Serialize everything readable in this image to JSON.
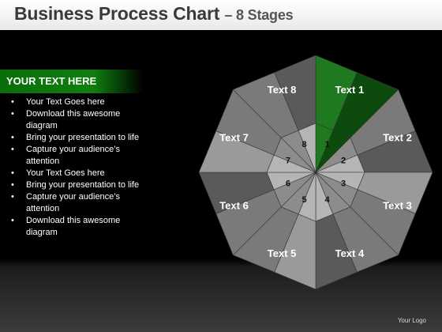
{
  "header": {
    "title": "Business Process Chart",
    "subtitle": "– 8 Stages"
  },
  "sidebar": {
    "heading": "YOUR TEXT HERE",
    "bullets": [
      "Your Text Goes here",
      "Download this awesome diagram",
      "Bring your presentation to life",
      "Capture your audience’s attention",
      "Your Text Goes here",
      "Bring your presentation to life",
      "Capture your audience’s attention",
      "Download this awesome diagram"
    ]
  },
  "diagram": {
    "stages": [
      {
        "label": "Text 1",
        "number": "1",
        "highlighted": true
      },
      {
        "label": "Text 2",
        "number": "2",
        "highlighted": false
      },
      {
        "label": "Text 3",
        "number": "3",
        "highlighted": false
      },
      {
        "label": "Text 4",
        "number": "4",
        "highlighted": false
      },
      {
        "label": "Text 5",
        "number": "5",
        "highlighted": false
      },
      {
        "label": "Text 6",
        "number": "6",
        "highlighted": false
      },
      {
        "label": "Text 7",
        "number": "7",
        "highlighted": false
      },
      {
        "label": "Text 8",
        "number": "8",
        "highlighted": false
      }
    ],
    "colors": {
      "highlight": "#1f7a1f",
      "highlight_dark": "#0d4a0d",
      "light": "#9a9a9a",
      "mid": "#7a7a7a",
      "dark": "#5a5a5a",
      "inner_light": "#b5b5b5",
      "inner_dark": "#8c8c8c"
    }
  },
  "footer": {
    "logo_text": "Your Logo"
  }
}
